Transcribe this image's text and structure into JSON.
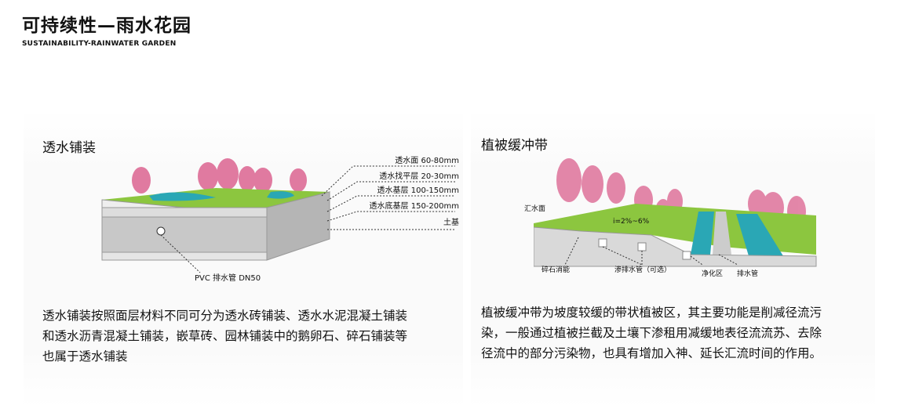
{
  "header": {
    "title": "可持续性—雨水花园",
    "subtitle": "SUSTAINABILITY-RAINWATER GARDEN"
  },
  "left": {
    "heading": "透水铺装",
    "layers": [
      "透水面 60-80mm",
      "透水找平层 20-30mm",
      "透水基层 100-150mm",
      "透水底基层 150-200mm",
      "土基"
    ],
    "pipe_label": "PVC 排水管 DN50",
    "paragraph_lines": [
      "透水铺装按照面层材料不同可分为透水砖铺装、透水水泥混凝土铺装",
      "和透水沥青混凝土铺装，嵌草砖、园林铺装中的鹅卵石、碎石铺装等",
      "也属于透水铺装"
    ]
  },
  "right": {
    "heading": "植被缓冲带",
    "labels": {
      "catchment": "汇水面",
      "slope": "i=2%~6%",
      "gravel": "碎石消能",
      "seepage_pipe": "渗排水管（可选）",
      "purify": "净化区",
      "drain_pipe": "排水管"
    },
    "paragraph_lines": [
      "植被缓冲带为坡度较缓的带状植被区，其主要功能是削减径流污",
      "染，一般通过植被拦截及土壤下渗租用减缓地表径流流苏、去除",
      "径流中的部分污染物，也具有增加入神、延长汇流时间的作用。"
    ]
  },
  "colors": {
    "grass": "#8cc63f",
    "water": "#2aa7b5",
    "tree": "#e07aa0",
    "soil": "#d9d9d9"
  }
}
